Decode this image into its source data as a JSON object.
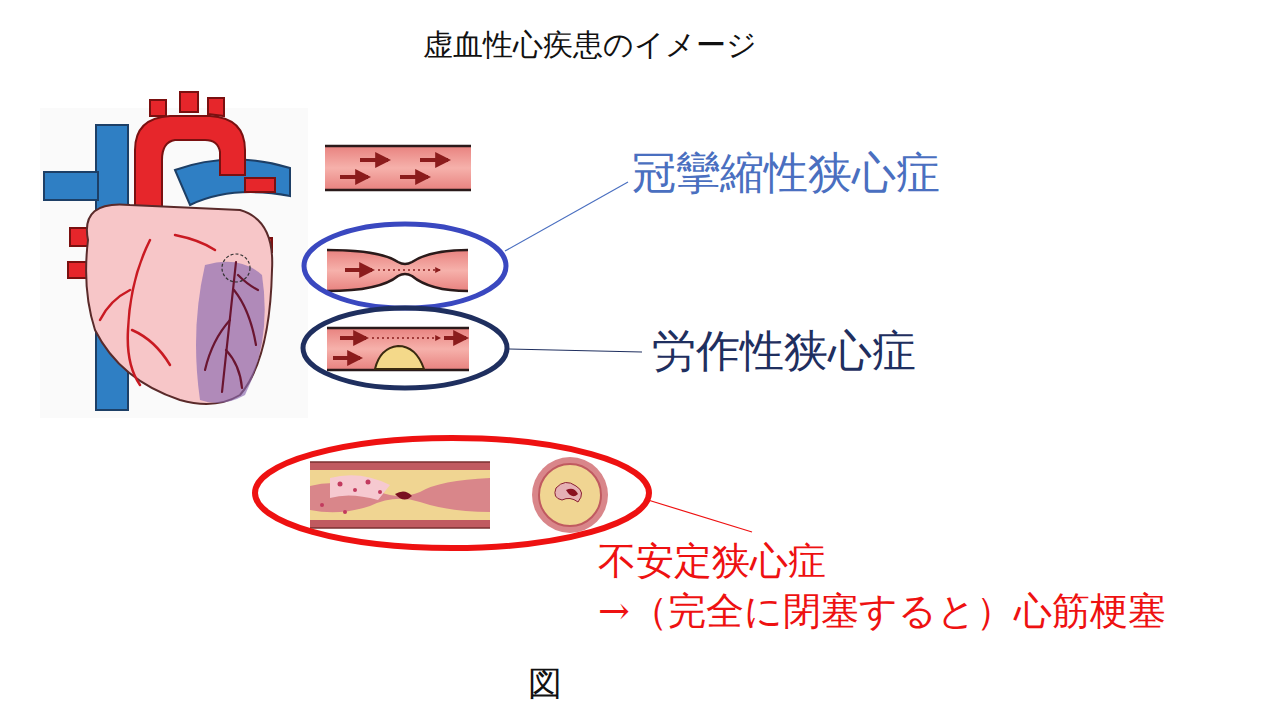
{
  "diagram": {
    "title": "虚血性心疾患のイメージ",
    "caption": "図",
    "labels": [
      "冠攣縮性狭心症",
      "労作性狭心症",
      "不安定狭心症",
      "→（完全に閉塞すると）心筋梗塞"
    ]
  }
}
